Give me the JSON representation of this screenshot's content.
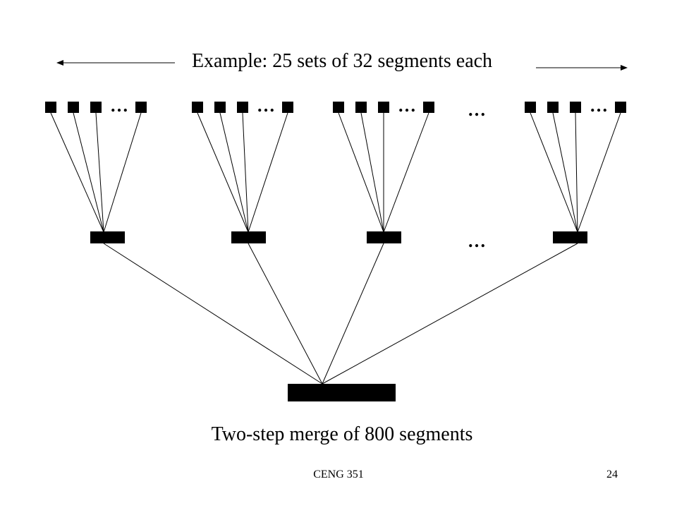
{
  "slide": {
    "title": "Example: 25 sets of 32 segments each",
    "caption": "Two-step merge of 800 segments",
    "footer_left": "CENG 351",
    "footer_right": "24",
    "ellipsis": "…"
  },
  "diagram": {
    "sets_total": 25,
    "segments_per_set": 32,
    "total_segments": 800,
    "colors": {
      "ink": "#000000",
      "background": "#ffffff"
    }
  }
}
